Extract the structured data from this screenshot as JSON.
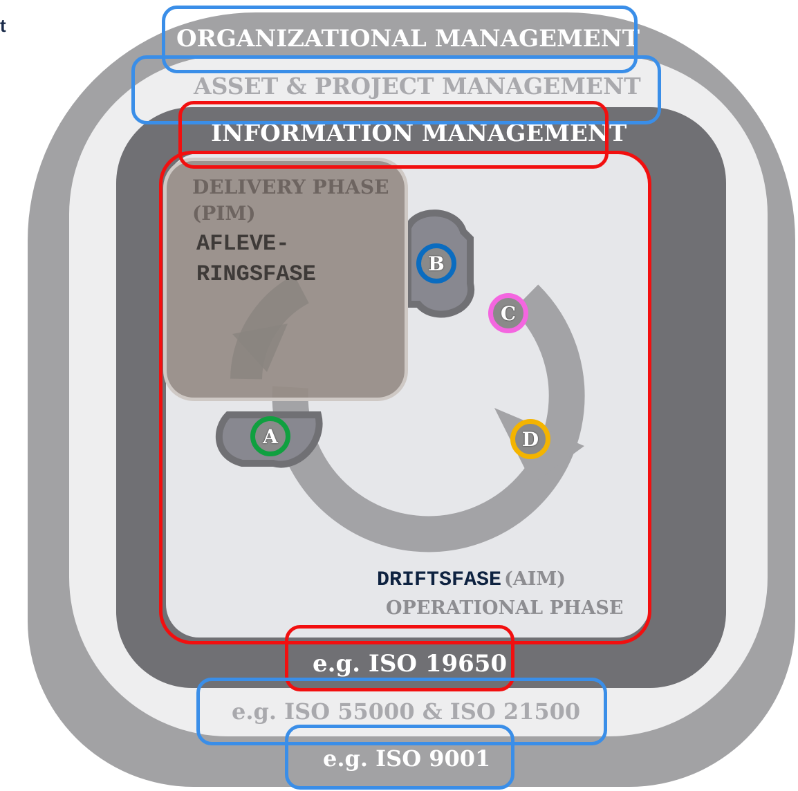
{
  "corner_text": "t",
  "layers": {
    "organizational": "ORGANIZATIONAL MANAGEMENT",
    "asset_project": "ASSET & PROJECT MANAGEMENT",
    "information": "INFORMATION MANAGEMENT"
  },
  "delivery": {
    "title_line1": "DELIVERY PHASE",
    "title_line2": "(PIM)",
    "danish_line1": "AFLEVE-",
    "danish_line2": "RINGSFASE"
  },
  "operational": {
    "danish": "DRIFTSFASE",
    "abbr": "(AIM)",
    "english": "OPERATIONAL PHASE"
  },
  "standards": {
    "information": "e.g. ISO 19650",
    "asset": "e.g. ISO 55000 & ISO 21500",
    "organizational": "e.g. ISO 9001"
  },
  "markers": [
    {
      "label": "A",
      "color": "#10a040"
    },
    {
      "label": "B",
      "color": "#0a6cc0"
    },
    {
      "label": "C",
      "color": "#f466e0"
    },
    {
      "label": "D",
      "color": "#f4b400"
    }
  ],
  "colors": {
    "highlight_blue": "#3a8ee8",
    "highlight_red": "#f20f0f"
  }
}
